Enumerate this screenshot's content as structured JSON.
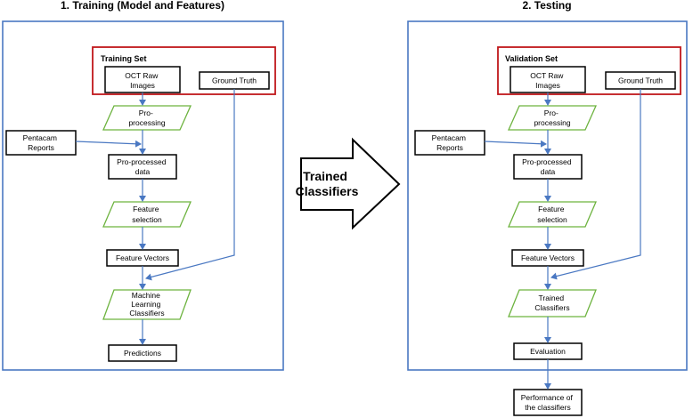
{
  "left": {
    "title": "1. Training (Model and Features)",
    "set_title": "Training Set",
    "oct": [
      "OCT Raw",
      "Images"
    ],
    "ground_truth": "Ground Truth",
    "preprocessing": [
      "Pro-",
      "processing"
    ],
    "pentacam": [
      "Pentacam",
      "Reports"
    ],
    "preprocessed": [
      "Pro-processed",
      "data"
    ],
    "feature_selection": [
      "Feature",
      "selection"
    ],
    "feature_vectors": "Feature Vectors",
    "classifier": [
      "Machine",
      "Learning",
      "Classifiers"
    ],
    "output": "Predictions"
  },
  "center": {
    "arrow_label": [
      "Trained",
      "Classifiers"
    ]
  },
  "right": {
    "title": "2. Testing",
    "set_title": "Validation Set",
    "oct": [
      "OCT Raw",
      "Images"
    ],
    "ground_truth": "Ground Truth",
    "preprocessing": [
      "Pro-",
      "processing"
    ],
    "pentacam": [
      "Pentacam",
      "Reports"
    ],
    "preprocessed": [
      "Pro-processed",
      "data"
    ],
    "feature_selection": [
      "Feature",
      "selection"
    ],
    "feature_vectors": "Feature Vectors",
    "classifier": [
      "Trained",
      "Classifiers"
    ],
    "evaluation": "Evaluation",
    "output": [
      "Performance of",
      "the classifiers"
    ]
  },
  "colors": {
    "panel_border": "#4a78c2",
    "set_border": "#c0171b",
    "parallelogram_border": "#6db33f",
    "connector": "#4a78c2"
  }
}
